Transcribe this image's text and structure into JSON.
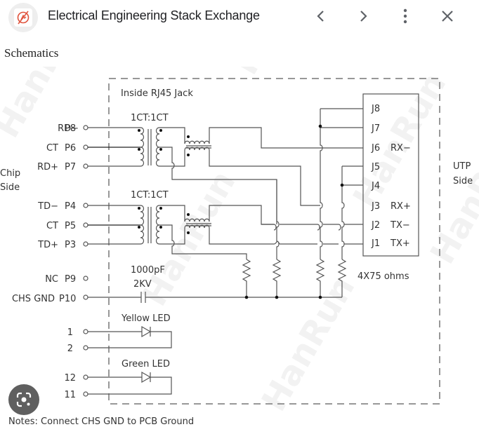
{
  "header": {
    "site_title": "Electrical Engineering Stack Exchange",
    "site_icon": "stack-exchange-ee-logo",
    "buttons": {
      "back": "chevron-left-icon",
      "forward": "chevron-right-icon",
      "more": "more-vertical-icon",
      "close": "close-icon"
    }
  },
  "page": {
    "section_title": "Schematics",
    "lens_button": "google-lens-icon"
  },
  "schematic": {
    "box_label": "Inside RJ45 Jack",
    "chip_side": [
      "Chip",
      "Side"
    ],
    "utp_side": [
      "UTP",
      "Side"
    ],
    "transformer_ratio_top": "1CT:1CT",
    "transformer_ratio_bottom": "1CT:1CT",
    "left_pins": [
      {
        "signal": "RD−",
        "pin": "P8"
      },
      {
        "signal": "CT",
        "pin": "P6"
      },
      {
        "signal": "RD+",
        "pin": "P7"
      },
      {
        "signal": "TD−",
        "pin": "P4"
      },
      {
        "signal": "CT",
        "pin": "P5"
      },
      {
        "signal": "TD+",
        "pin": "P3"
      },
      {
        "signal": "NC",
        "pin": "P9"
      },
      {
        "signal": "CHS GND",
        "pin": "P10"
      }
    ],
    "right_pins": [
      {
        "pin": "J8",
        "signal": ""
      },
      {
        "pin": "J7",
        "signal": ""
      },
      {
        "pin": "J6",
        "signal": "RX−"
      },
      {
        "pin": "J5",
        "signal": ""
      },
      {
        "pin": "J4",
        "signal": ""
      },
      {
        "pin": "J3",
        "signal": "RX+"
      },
      {
        "pin": "J2",
        "signal": "TX−"
      },
      {
        "pin": "J1",
        "signal": "TX+"
      }
    ],
    "capacitor": {
      "value": "1000pF",
      "rating": "2KV"
    },
    "resistors": "4X75 ohms",
    "leds": [
      {
        "label": "Yellow LED",
        "pins": [
          "1",
          "2"
        ]
      },
      {
        "label": "Green LED",
        "pins": [
          "12",
          "11"
        ]
      }
    ],
    "watermark": "HanRun",
    "notes": "Notes: Connect CHS GND to PCB Ground"
  }
}
